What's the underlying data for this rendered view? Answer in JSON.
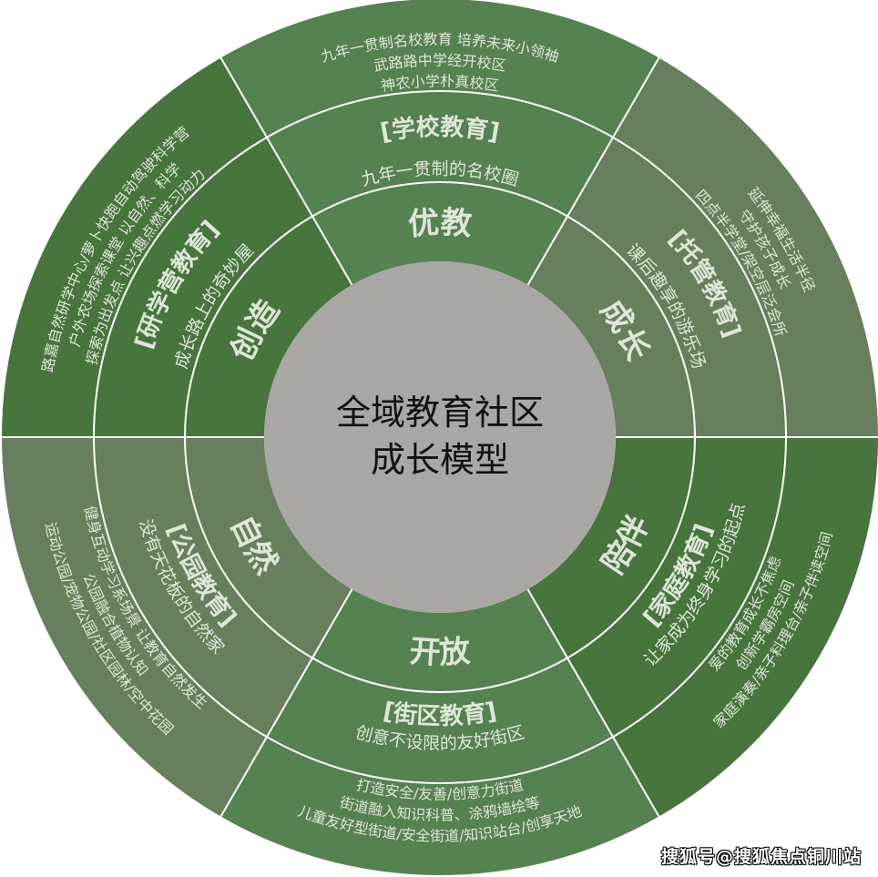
{
  "center": {
    "line1": "全域教育社区",
    "line2": "成长模型",
    "color": "#a8a7a4"
  },
  "sectors": [
    {
      "id": "school",
      "color": "#568150",
      "main": "优教",
      "title": "[学校教育]",
      "subtitle": "九年一贯制的名校圈",
      "details": [
        "九年一贯制名校教育 培养未来小领袖",
        "武路路中学经开校区",
        "神农小学朴真校区"
      ]
    },
    {
      "id": "care",
      "color": "#677f5c",
      "main": "成长",
      "title": "[托管教育]",
      "subtitle": "课后趣享的游乐场",
      "details": [
        "延伸幸福生活半径",
        "守护孩子成长",
        "四点半学堂/架空层泛会所"
      ]
    },
    {
      "id": "family",
      "color": "#48743e",
      "main": "陪伴",
      "title": "[家庭教育]",
      "subtitle": "让家成为终身学习的起点",
      "details": [
        "爱的教育成长不焦虑",
        "创新学霸房空间",
        "家庭演奏/亲子料理台/亲子伴读空间"
      ]
    },
    {
      "id": "street",
      "color": "#568150",
      "main": "开放",
      "title": "[街区教育]",
      "subtitle": "创意不设限的友好街区",
      "details": [
        "打造安全/友善/创意力街道",
        "街道融入知识科普、涂鸦墙绘等",
        "儿童友好型街道/安全街道/知识站台/创享天地"
      ]
    },
    {
      "id": "park",
      "color": "#677f5c",
      "main": "自然",
      "title": "[公园教育]",
      "subtitle": "没有天花板的自然家",
      "details": [
        "健身互动学习系场景 让教育自然发生",
        "公园融合植物认知",
        "运动公园/宠物公园/社区园林/空中花园"
      ]
    },
    {
      "id": "study",
      "color": "#48743e",
      "main": "创造",
      "title": "[研学营教育]",
      "subtitle": "成长路上的奇妙屋",
      "details": [
        "路嘉自然研学中心/萝卜快跑自动驾驶科学营",
        "户外农场探索课堂 以自然、科学",
        "探索为出发点 让兴趣点燃学习动力"
      ]
    }
  ],
  "watermark": "搜狐号@搜狐焦点铜川站"
}
